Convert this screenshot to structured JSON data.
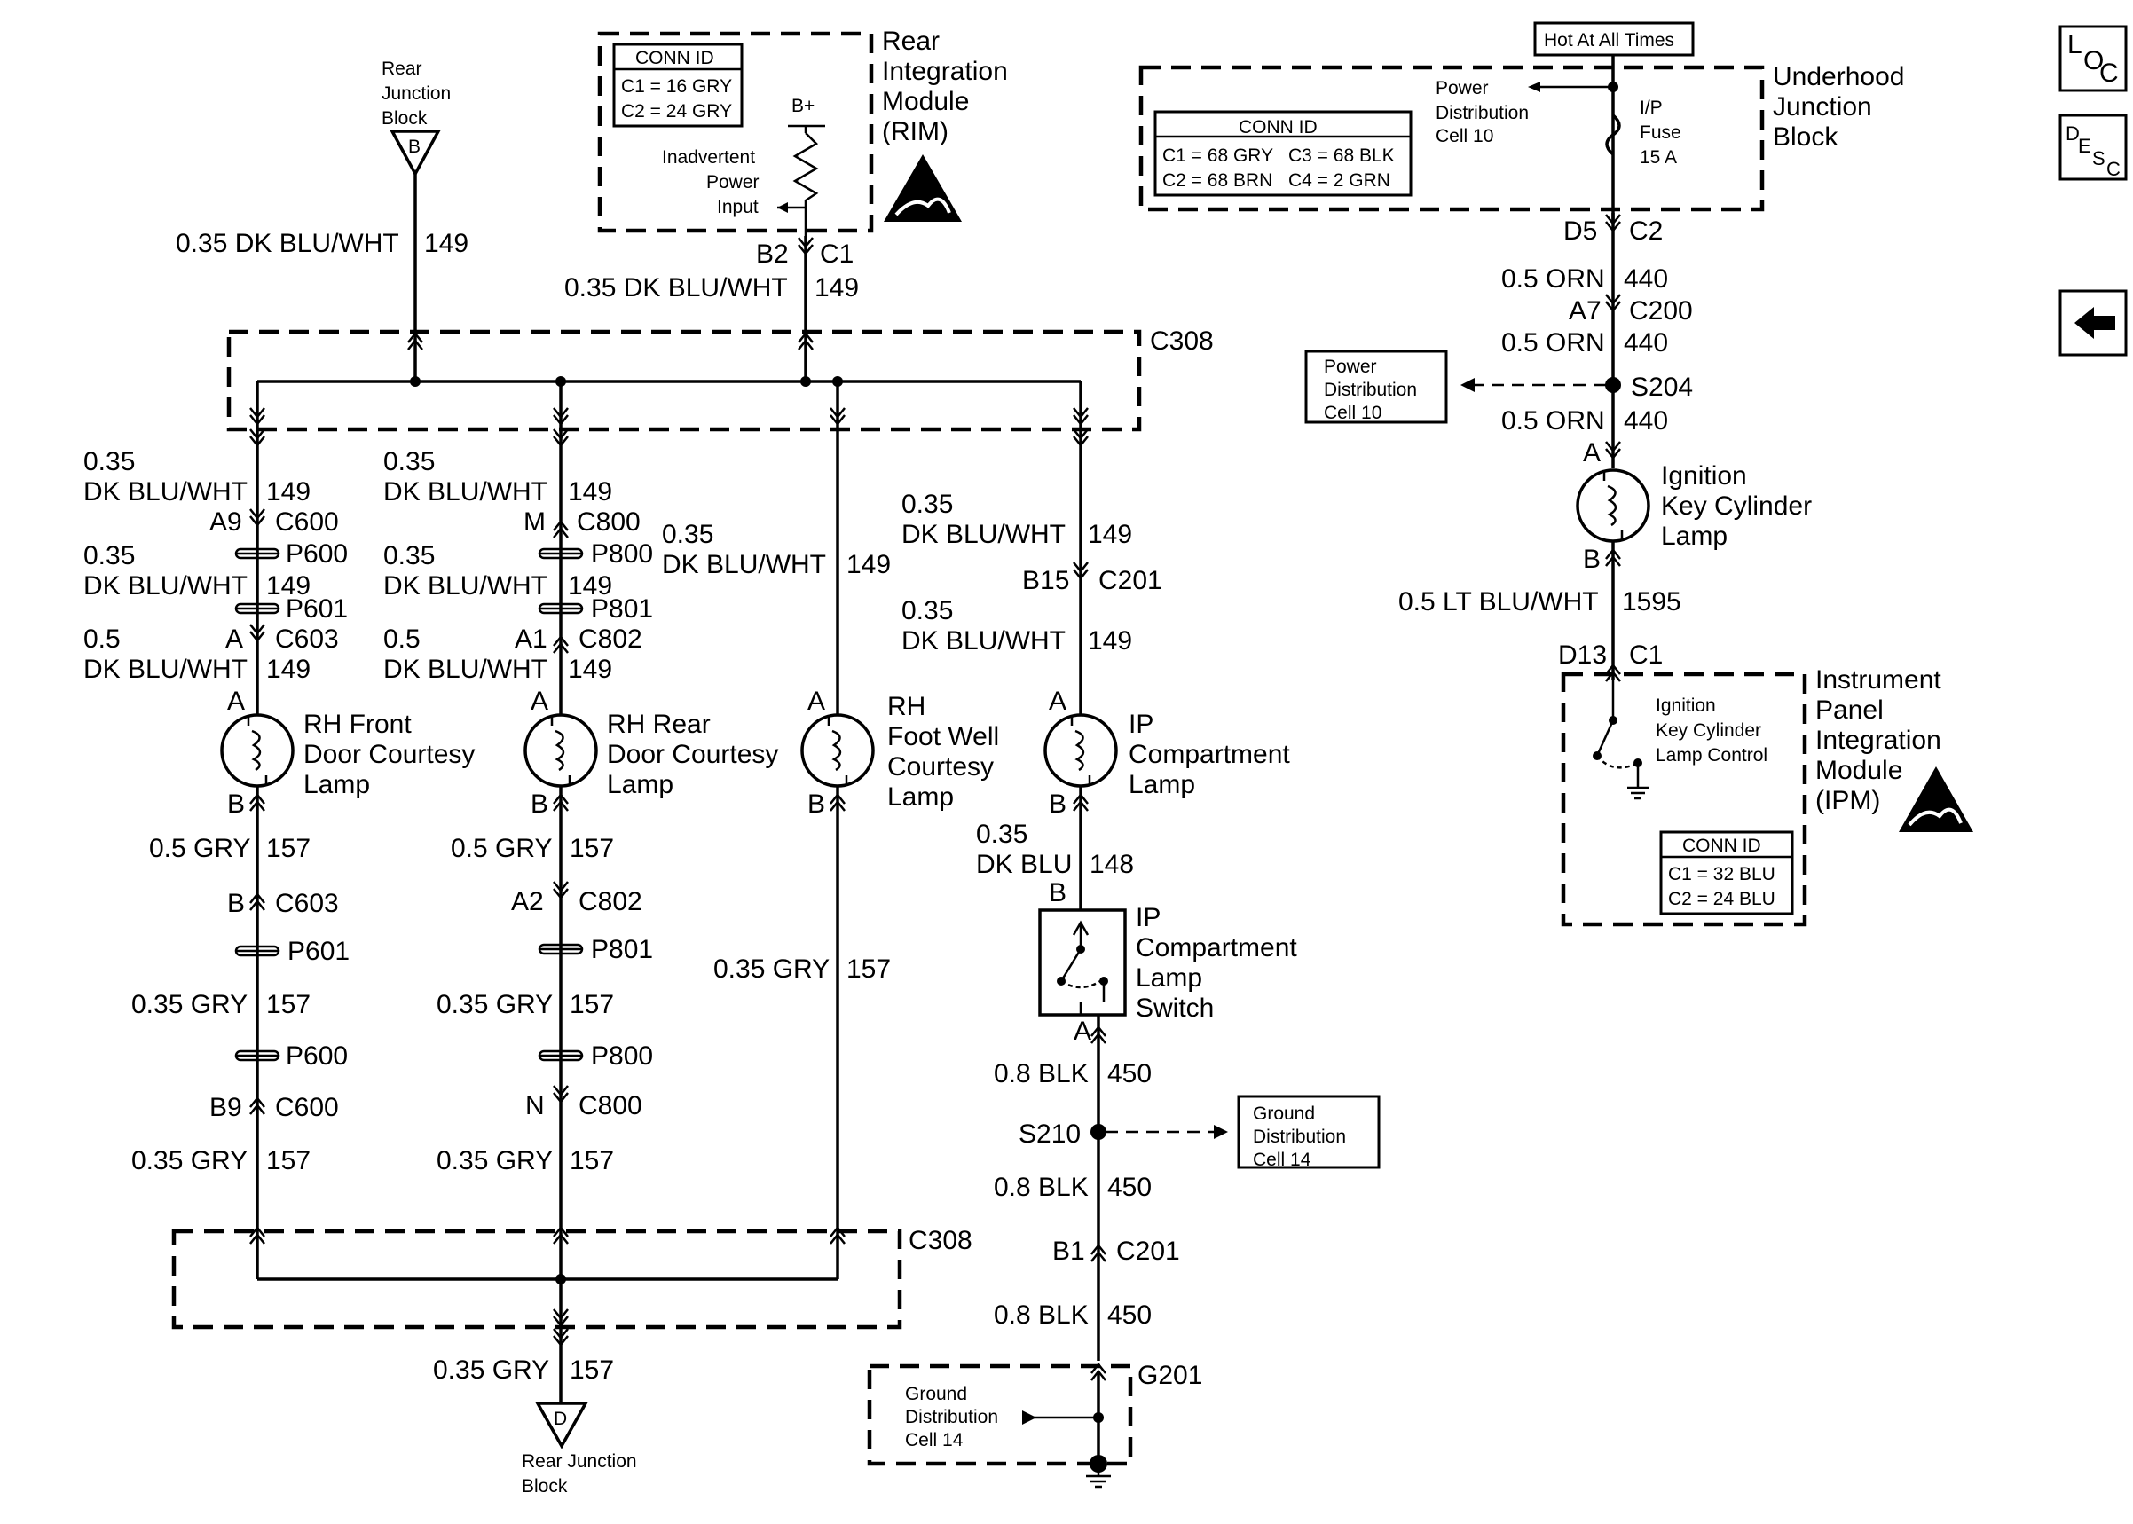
{
  "nav": {
    "loc": [
      "L",
      "O",
      "C"
    ],
    "desc": [
      "D",
      "E",
      "S",
      "C"
    ]
  },
  "rjb_top": [
    "Rear",
    "Junction",
    "Block"
  ],
  "rjb_top_letter": "B",
  "rjb_bottom": [
    "Rear Junction",
    "Block"
  ],
  "rjb_bottom_letter": "D",
  "rim": {
    "conn_title": "CONN ID",
    "conn_lines": [
      "C1 = 16 GRY",
      "C2 = 24 GRY"
    ],
    "bplus": "B+",
    "input": [
      "Inadvertent",
      "Power",
      "Input"
    ],
    "title": [
      "Rear",
      "Integration",
      "Module",
      "(RIM)"
    ],
    "pins": [
      "B2",
      "C1"
    ]
  },
  "wires": {
    "w1": "0.35 DK BLU/WHT",
    "w1n": "149",
    "w2": "0.35 DK BLU/WHT",
    "w2n": "149",
    "c308": "C308",
    "c308b": "C308"
  },
  "col1": {
    "t1a": "0.35",
    "t1b": "DK BLU/WHT",
    "t1n": "149",
    "pin1": "A9",
    "conn1": "C600",
    "p1": "P600",
    "t2a": "0.35",
    "t2b": "DK BLU/WHT",
    "t2n": "149",
    "p2": "P601",
    "pin3": "A",
    "conn3": "C603",
    "t3a": "0.5",
    "t3b": "DK BLU/WHT",
    "t3n": "149",
    "la": "A",
    "lb": "B",
    "lamp": [
      "RH Front",
      "Door Courtesy",
      "Lamp"
    ],
    "g1": "0.5 GRY",
    "g1n": "157",
    "pin4": "B",
    "conn4": "C603",
    "p4": "P601",
    "g2": "0.35 GRY",
    "g2n": "157",
    "p5": "P600",
    "pin6": "B9",
    "conn6": "C600",
    "g3": "0.35 GRY",
    "g3n": "157"
  },
  "col2": {
    "t1a": "0.35",
    "t1b": "DK BLU/WHT",
    "t1n": "149",
    "pin1": "M",
    "conn1": "C800",
    "p1": "P800",
    "t2a": "0.35",
    "t2b": "DK BLU/WHT",
    "t2n": "149",
    "p2": "P801",
    "pin3": "A1",
    "conn3": "C802",
    "t3a": "0.5",
    "t3b": "DK BLU/WHT",
    "t3n": "149",
    "la": "A",
    "lb": "B",
    "lamp": [
      "RH Rear",
      "Door Courtesy",
      "Lamp"
    ],
    "g1": "0.5 GRY",
    "g1n": "157",
    "pin4": "A2",
    "conn4": "C802",
    "p4": "P801",
    "g2": "0.35 GRY",
    "g2n": "157",
    "p5": "P800",
    "pin6": "N",
    "conn6": "C800",
    "g3": "0.35 GRY",
    "g3n": "157"
  },
  "col3": {
    "t1a": "0.35",
    "t1b": "DK BLU/WHT",
    "t1n": "149",
    "la": "A",
    "lb": "B",
    "lamp": [
      "RH",
      "Foot Well",
      "Courtesy",
      "Lamp"
    ],
    "g1": "0.35 GRY",
    "g1n": "157"
  },
  "col4": {
    "t1a": "0.35",
    "t1b": "DK BLU/WHT",
    "t1n": "149",
    "pin1": "B15",
    "conn1": "C201",
    "t2a": "0.35",
    "t2b": "DK BLU/WHT",
    "t2n": "149",
    "la": "A",
    "lb": "B",
    "lamp": [
      "IP",
      "Compartment",
      "Lamp"
    ],
    "g1a": "0.35",
    "g1b": "DK BLU",
    "g1n": "148",
    "sb": "B",
    "sa": "A",
    "switch": [
      "IP",
      "Compartment",
      "Lamp",
      "Switch"
    ],
    "b1": "0.8 BLK",
    "b1n": "450",
    "splice": "S210",
    "gd": [
      "Ground",
      "Distribution",
      "Cell 14"
    ],
    "b2": "0.8 BLK",
    "b2n": "450",
    "pin2": "B1",
    "conn2": "C201",
    "b3": "0.8 BLK",
    "b3n": "450",
    "g201": "G201",
    "gd2": [
      "Ground",
      "Distribution",
      "Cell 14"
    ]
  },
  "right": {
    "hot": "Hot At All Times",
    "pd": [
      "Power",
      "Distribution",
      "Cell 10"
    ],
    "fuse": [
      "I/P",
      "Fuse",
      "15 A"
    ],
    "ujb": [
      "Underhood",
      "Junction",
      "Block"
    ],
    "conn_title": "CONN ID",
    "conn_l1a": "C1 = 68 GRY",
    "conn_l1b": "C3 = 68 BLK",
    "conn_l2a": "C2 = 68 BRN",
    "conn_l2b": "C4 = 2 GRN",
    "pin1": "D5",
    "conn1": "C2",
    "o1": "0.5 ORN",
    "o1n": "440",
    "pin2": "A7",
    "conn2": "C200",
    "o2": "0.5 ORN",
    "o2n": "440",
    "pd2": [
      "Power",
      "Distribution",
      "Cell 10"
    ],
    "s204": "S204",
    "o3": "0.5 ORN",
    "o3n": "440",
    "la": "A",
    "lb": "B",
    "lamp": [
      "Ignition",
      "Key Cylinder",
      "Lamp"
    ],
    "lt": "0.5 LT BLU/WHT",
    "ltn": "1595",
    "pin3": "D13",
    "conn3": "C1",
    "ctrl": [
      "Ignition",
      "Key Cylinder",
      "Lamp Control"
    ],
    "ipm": [
      "Instrument",
      "Panel",
      "Integration",
      "Module",
      "(IPM)"
    ],
    "ipm_conn_title": "CONN ID",
    "ipm_conn": [
      "C1 = 32 BLU",
      "C2 = 24 BLU"
    ]
  },
  "colors": {
    "ink": "#000000",
    "paper": "#ffffff"
  }
}
